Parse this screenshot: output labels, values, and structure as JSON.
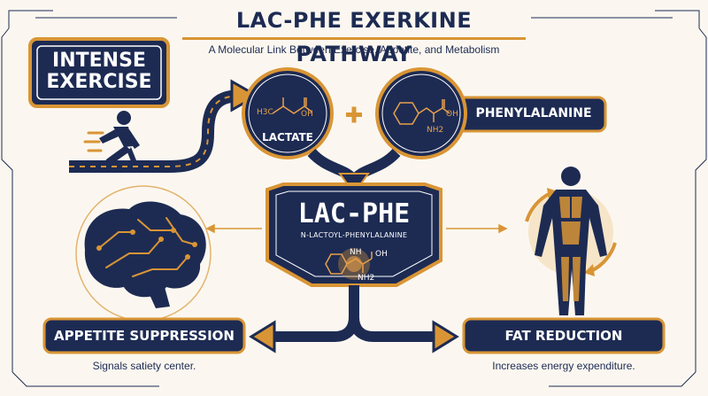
{
  "header": {
    "title": "LAC-PHE EXERKINE PATHWAY",
    "subtitle": "A Molecular Link Between Exercise, Appetite, and Metabolism"
  },
  "exercise": {
    "label_line1": "INTENSE",
    "label_line2": "EXERCISE",
    "icon": "running-person-icon"
  },
  "lactate": {
    "label": "LACTATE",
    "formula_label": "H3C",
    "oh_label": "OH"
  },
  "plus_sign": "+",
  "phenylalanine": {
    "label": "PHENYLALANINE",
    "oh_label": "OH",
    "nh2_label": "NH2"
  },
  "lacphe": {
    "title": "LAC-PHE",
    "subtitle": "N-LACTOYL-PHENYLALANINE",
    "oh_label": "OH",
    "nh_label": "NH",
    "nh2_label": "NH2"
  },
  "appetite": {
    "label": "APPETITE SUPPRESSION",
    "description": "Signals satiety center.",
    "icon": "brain-circuit-icon"
  },
  "fat": {
    "label": "FAT REDUCTION",
    "description": "Increases energy expenditure.",
    "icon": "human-body-icon"
  },
  "colors": {
    "navy": "#1d2b53",
    "gold": "#d99535",
    "cream": "#fbf7f0",
    "white": "#ffffff"
  }
}
